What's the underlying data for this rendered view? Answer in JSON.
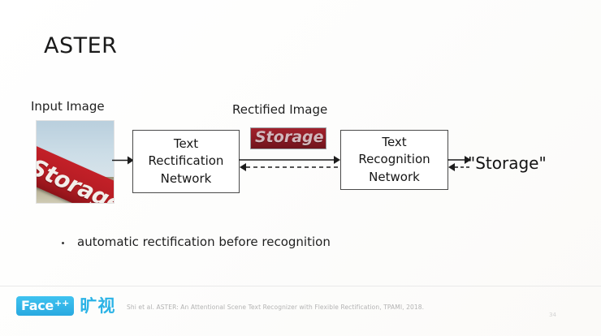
{
  "slide": {
    "title": "ASTER",
    "background_color": "#ffffff",
    "page_number": "34"
  },
  "diagram": {
    "input_label": "Input Image",
    "rectified_label": "Rectified Image",
    "input_image": {
      "sign_text": "Storage",
      "sign_color": "#b51d24",
      "sky_color": "#c3d6e2",
      "ground_color": "#b4ad92"
    },
    "rectified_image": {
      "sign_text": "Storage",
      "sign_color": "#8d1a24"
    },
    "boxes": [
      {
        "id": "rectification",
        "line1": "Text",
        "line2": "Rectification",
        "line3": "Network"
      },
      {
        "id": "recognition",
        "line1": "Text",
        "line2": "Recognition",
        "line3": "Network"
      }
    ],
    "output_text": "\"Storage\"",
    "arrows": [
      {
        "id": "input-to-rectification",
        "style": "solid",
        "direction": "right"
      },
      {
        "id": "rectification-to-recognition",
        "style": "solid",
        "direction": "right"
      },
      {
        "id": "recognition-to-rectification-feedback",
        "style": "dashed",
        "direction": "left"
      },
      {
        "id": "recognition-to-output",
        "style": "solid",
        "direction": "right"
      },
      {
        "id": "output-to-recognition-feedback",
        "style": "dashed",
        "direction": "left"
      }
    ]
  },
  "bullets": [
    {
      "text": "automatic rectification before recognition"
    }
  ],
  "footer": {
    "logo": {
      "badge_text": "Face",
      "badge_superscript": "++",
      "chinese_text": "旷视",
      "brand_color": "#2bb3e6"
    },
    "citation": "Shi et al. ASTER: An Attentional Scene Text Recognizer with Flexible Rectification, TPAMI, 2018."
  }
}
